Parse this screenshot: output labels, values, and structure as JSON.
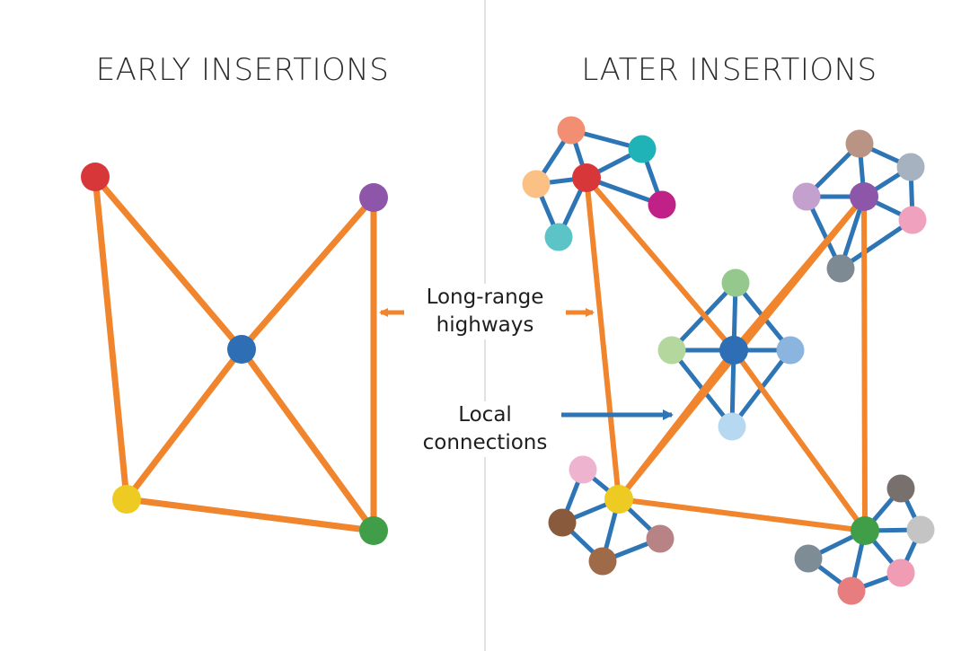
{
  "titles": {
    "left": "EARLY INSERTIONS",
    "right": "LATER INSERTIONS"
  },
  "annotations": {
    "highways": [
      "Long-range",
      "highways"
    ],
    "local": [
      "Local",
      "connections"
    ]
  },
  "colors": {
    "highway_edge": "#F0852D",
    "local_edge": "#2E75B6",
    "divider": "#D9D9D9",
    "highway_arrow": "#F0852D",
    "local_arrow": "#2E75B6"
  },
  "left_graph": {
    "nodes": [
      {
        "id": "red",
        "color": "#D8373A"
      },
      {
        "id": "purple",
        "color": "#8E56A8"
      },
      {
        "id": "blue",
        "color": "#2E6EB5"
      },
      {
        "id": "yellow",
        "color": "#EECB22"
      },
      {
        "id": "green",
        "color": "#3F9E47"
      }
    ],
    "edges": [
      [
        "red",
        "blue"
      ],
      [
        "red",
        "yellow"
      ],
      [
        "purple",
        "blue"
      ],
      [
        "purple",
        "green"
      ],
      [
        "blue",
        "yellow"
      ],
      [
        "blue",
        "green"
      ],
      [
        "yellow",
        "green"
      ]
    ]
  },
  "right_graph": {
    "nodes": [
      {
        "id": "c1_hub",
        "color": "#D8373A"
      },
      {
        "id": "c1_a",
        "color": "#F28F72"
      },
      {
        "id": "c1_b",
        "color": "#1FB3B8"
      },
      {
        "id": "c1_c",
        "color": "#FBC184"
      },
      {
        "id": "c1_d",
        "color": "#C02187"
      },
      {
        "id": "c1_e",
        "color": "#5CC4C6"
      },
      {
        "id": "c2_hub",
        "color": "#8E56A8"
      },
      {
        "id": "c2_a",
        "color": "#B99384"
      },
      {
        "id": "c2_b",
        "color": "#A6B2C0"
      },
      {
        "id": "c2_c",
        "color": "#C3A0CE"
      },
      {
        "id": "c2_d",
        "color": "#F0A1BE"
      },
      {
        "id": "c2_e",
        "color": "#7D8A93"
      },
      {
        "id": "c3_hub",
        "color": "#2E6EB5"
      },
      {
        "id": "c3_top",
        "color": "#94C88C"
      },
      {
        "id": "c3_left",
        "color": "#B4D79D"
      },
      {
        "id": "c3_right",
        "color": "#8BB4DE"
      },
      {
        "id": "c3_bottom",
        "color": "#B6D8F0"
      },
      {
        "id": "c4_hub",
        "color": "#EECB22"
      },
      {
        "id": "c4_a",
        "color": "#EDB3CF"
      },
      {
        "id": "c4_b",
        "color": "#8A5A3C"
      },
      {
        "id": "c4_c",
        "color": "#9E6A48"
      },
      {
        "id": "c4_d",
        "color": "#B88384"
      },
      {
        "id": "c5_hub",
        "color": "#3F9E47"
      },
      {
        "id": "c5_a",
        "color": "#77706D"
      },
      {
        "id": "c5_b",
        "color": "#C4C4C4"
      },
      {
        "id": "c5_c",
        "color": "#7E8C96"
      },
      {
        "id": "c5_d",
        "color": "#F09CB4"
      },
      {
        "id": "c5_e",
        "color": "#E77D7E"
      }
    ],
    "highway_edges": [
      [
        "c1_hub",
        "c3_hub"
      ],
      [
        "c1_hub",
        "c4_hub"
      ],
      [
        "c2_hub",
        "c3_hub"
      ],
      [
        "c2_hub",
        "c5_hub"
      ],
      [
        "c3_hub",
        "c4_hub"
      ],
      [
        "c3_hub",
        "c5_hub"
      ],
      [
        "c4_hub",
        "c5_hub"
      ],
      [
        "c2_hub",
        "c4_hub"
      ]
    ],
    "local_edges": [
      [
        "c1_hub",
        "c1_a"
      ],
      [
        "c1_hub",
        "c1_b"
      ],
      [
        "c1_hub",
        "c1_c"
      ],
      [
        "c1_hub",
        "c1_d"
      ],
      [
        "c1_hub",
        "c1_e"
      ],
      [
        "c1_a",
        "c1_b"
      ],
      [
        "c1_a",
        "c1_c"
      ],
      [
        "c1_b",
        "c1_d"
      ],
      [
        "c1_c",
        "c1_e"
      ],
      [
        "c2_hub",
        "c2_a"
      ],
      [
        "c2_hub",
        "c2_b"
      ],
      [
        "c2_hub",
        "c2_c"
      ],
      [
        "c2_hub",
        "c2_d"
      ],
      [
        "c2_hub",
        "c2_e"
      ],
      [
        "c2_a",
        "c2_b"
      ],
      [
        "c2_a",
        "c2_c"
      ],
      [
        "c2_b",
        "c2_d"
      ],
      [
        "c2_d",
        "c2_e"
      ],
      [
        "c2_c",
        "c2_e"
      ],
      [
        "c3_hub",
        "c3_top"
      ],
      [
        "c3_hub",
        "c3_left"
      ],
      [
        "c3_hub",
        "c3_right"
      ],
      [
        "c3_hub",
        "c3_bottom"
      ],
      [
        "c3_top",
        "c3_left"
      ],
      [
        "c3_top",
        "c3_right"
      ],
      [
        "c3_left",
        "c3_bottom"
      ],
      [
        "c3_right",
        "c3_bottom"
      ],
      [
        "c4_hub",
        "c4_a"
      ],
      [
        "c4_hub",
        "c4_b"
      ],
      [
        "c4_hub",
        "c4_c"
      ],
      [
        "c4_hub",
        "c4_d"
      ],
      [
        "c4_b",
        "c4_c"
      ],
      [
        "c4_c",
        "c4_d"
      ],
      [
        "c4_a",
        "c4_b"
      ],
      [
        "c5_hub",
        "c5_a"
      ],
      [
        "c5_hub",
        "c5_b"
      ],
      [
        "c5_hub",
        "c5_c"
      ],
      [
        "c5_hub",
        "c5_d"
      ],
      [
        "c5_hub",
        "c5_e"
      ],
      [
        "c5_a",
        "c5_b"
      ],
      [
        "c5_b",
        "c5_d"
      ],
      [
        "c5_c",
        "c5_e"
      ],
      [
        "c5_d",
        "c5_e"
      ]
    ]
  }
}
